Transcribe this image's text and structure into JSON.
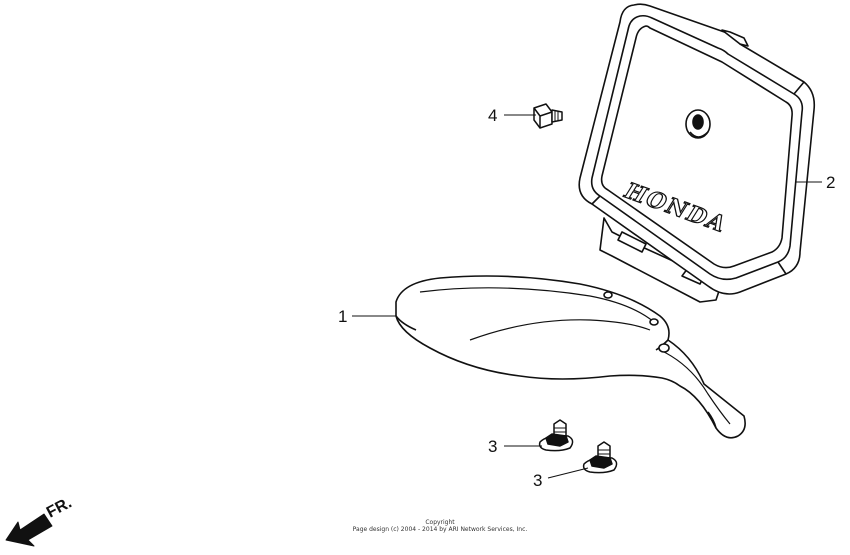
{
  "diagram": {
    "callouts": [
      {
        "id": "fender",
        "label": "1"
      },
      {
        "id": "number-plate",
        "label": "2"
      },
      {
        "id": "bolt-upper",
        "label": "3"
      },
      {
        "id": "bolt-lower",
        "label": "3"
      },
      {
        "id": "screw",
        "label": "4"
      }
    ],
    "brand_mark": "HONDA",
    "direction_label": "FR.",
    "copyright_line1": "Copyright",
    "copyright_line2": "Page design (c) 2004 - 2014 by ARI Network Services, Inc."
  },
  "colors": {
    "ink": "#111111",
    "paper": "#ffffff"
  }
}
